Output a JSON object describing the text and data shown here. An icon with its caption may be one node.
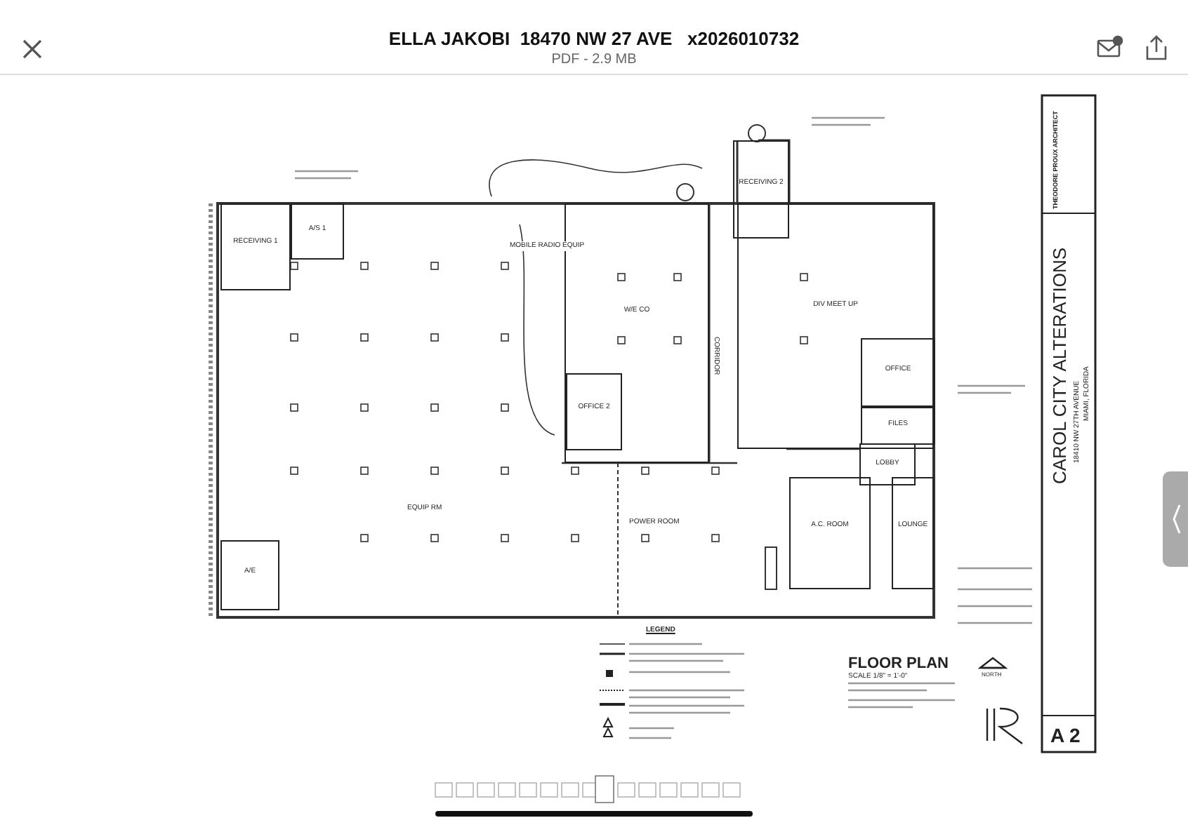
{
  "diagram": {
    "title": "ELLA JAKOBI  18470 NW 27 AVE   x2026010732",
    "nodes": [
      {
        "text": [
          "RECEIVING 1"
        ]
      },
      {
        "text": [
          "A/S 1"
        ]
      },
      {
        "text": [
          "RECEIVING 2"
        ]
      },
      {
        "text": [
          "W/E CO"
        ]
      },
      {
        "text": [
          "OFFICE 2"
        ],
        "in": 3
      },
      {
        "text": [
          "DIV MEET UP"
        ]
      },
      {
        "text": [
          "OFFICE"
        ],
        "in": 5
      },
      {
        "text": [
          "FILES"
        ],
        "in": 5
      },
      {
        "text": [
          "LOBBY"
        ]
      },
      {
        "text": [
          "A.C. ROOM"
        ]
      },
      {
        "text": [
          "LOUNGE"
        ]
      },
      {
        "text": [
          "A/E"
        ]
      }
    ],
    "edges": [],
    "labels": [
      "PDF - 2.9 MB",
      "MOBILE RADIO EQUIP",
      "CORRIDOR",
      "EQUIP RM",
      "POWER ROOM",
      "LEGEND",
      "FLOOR PLAN",
      "SCALE 1/8\" = 1'-0\"",
      "NORTH",
      "THEODORE PROUX ARCHITECT",
      "CAROL CITY ALTERATIONS",
      "18410 NW 27TH AVENUE",
      "MIAMI, FLORIDA",
      "A 2"
    ]
  }
}
